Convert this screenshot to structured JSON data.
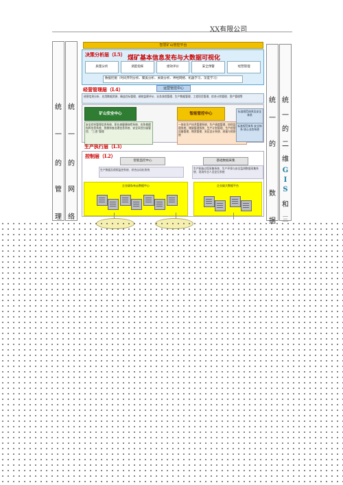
{
  "header": {
    "company": "XX有限公司"
  },
  "left_col_outer": [
    "统",
    "一",
    "的",
    "管",
    "理"
  ],
  "left_col_inner": [
    "统",
    "一",
    "的",
    "网",
    "络"
  ],
  "right_col": {
    "chars": [
      "统",
      "一",
      "的",
      "二",
      "维",
      "G",
      "I",
      "S",
      "和",
      "三"
    ],
    "lower": [
      "统",
      "一",
      "的",
      "数",
      "据"
    ]
  },
  "diagram": {
    "top_title": "智慧矿山管控平台",
    "decision": {
      "label": "决策分析层（L5）",
      "headline": "煤矿基本信息发布与大数据可视化",
      "tabs": [
        "质量分析",
        "调度指挥",
        "绩效评价",
        "安全预警",
        "经营管理"
      ],
      "data_mining": "数据挖掘（时间序列分析、聚类分析、关联分析、神经网络、机器学习、深度学习）"
    },
    "mgmt": {
      "label": "经营管理层（L4）",
      "center": "运营管控中心",
      "desc": "经营信息分析、应用数据资源、精益目标管理、绩效监察评价、业务流程管理、生产数据管理、工程项目管理、综合计划管理、资产管理等",
      "safety_center": "矿山安全中心",
      "production_center": "智能管控中心",
      "safety_desc": "安全综合管理信息系统、职业病健康体检系统、应急救援指挥信息系统、隐患排查治理信息系统、安全风险分级管控、“三违”管理",
      "production_desc": "一体化生产技术管理系统、生产调度管理、协同设计与管理系统、储量管理系统、生产计划管理、生产经营分析、设备管理、物资管理、采区设计系统、测量与地质信息系统",
      "standard_1": "标准规范体系及安全体系",
      "standard_2": "标准规范体系 安全体系 核心业务系统"
    },
    "exec_label": "生产执行层（L3）",
    "control": {
      "label": "控制层（L2）",
      "monitor_center": "智能监控中心",
      "data_collect": "基础数据采集",
      "monitor_desc": "生产数据及视频监控系统、综合自动化系统",
      "collect_desc": "生产制造过程采集系统、生产环境与安全监测数据采集系统、现场作业人员定位系统",
      "zone_left": "企业级私有云数据中心",
      "zone_right": "企业级大数据平台"
    }
  },
  "colors": {
    "gold": "#f0c000",
    "red_label": "#c00000",
    "safety_green": "#2e7d32",
    "yellow_zone": "#ffff00"
  }
}
